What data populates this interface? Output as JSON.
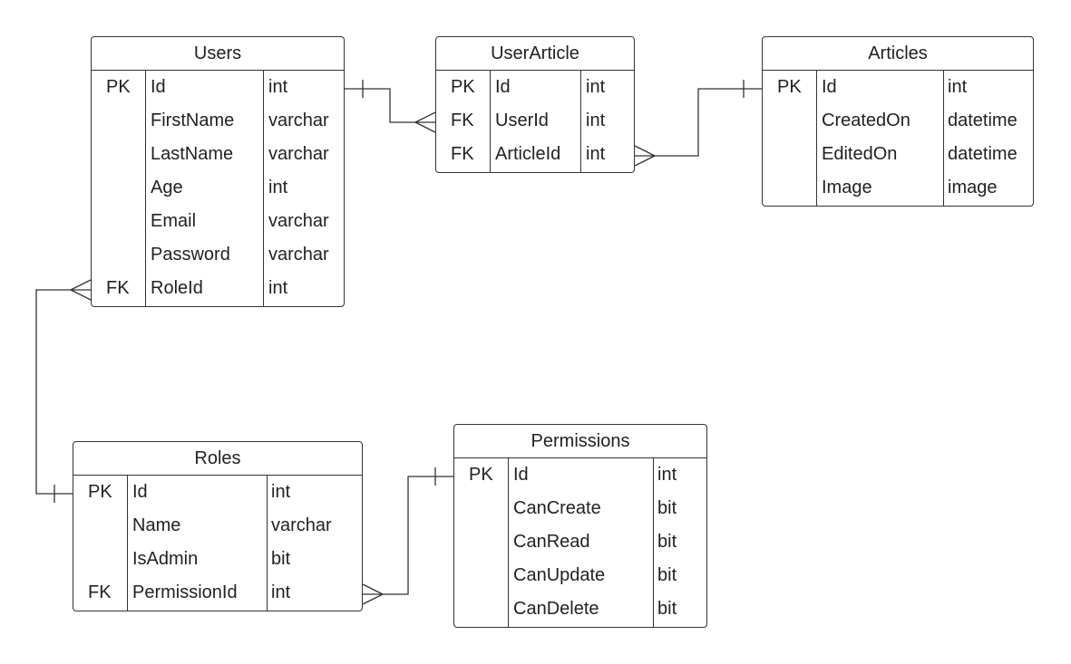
{
  "diagram": {
    "entities": [
      {
        "id": "users",
        "title": "Users",
        "rows": [
          {
            "key": "PK",
            "name": "Id",
            "type": "int"
          },
          {
            "key": "",
            "name": "FirstName",
            "type": "varchar"
          },
          {
            "key": "",
            "name": "LastName",
            "type": "varchar"
          },
          {
            "key": "",
            "name": "Age",
            "type": "int"
          },
          {
            "key": "",
            "name": "Email",
            "type": "varchar"
          },
          {
            "key": "",
            "name": "Password",
            "type": "varchar"
          },
          {
            "key": "FK",
            "name": "RoleId",
            "type": "int"
          }
        ]
      },
      {
        "id": "userarticle",
        "title": "UserArticle",
        "rows": [
          {
            "key": "PK",
            "name": "Id",
            "type": "int"
          },
          {
            "key": "FK",
            "name": "UserId",
            "type": "int"
          },
          {
            "key": "FK",
            "name": "ArticleId",
            "type": "int"
          }
        ]
      },
      {
        "id": "articles",
        "title": "Articles",
        "rows": [
          {
            "key": "PK",
            "name": "Id",
            "type": "int"
          },
          {
            "key": "",
            "name": "CreatedOn",
            "type": "datetime"
          },
          {
            "key": "",
            "name": "EditedOn",
            "type": "datetime"
          },
          {
            "key": "",
            "name": "Image",
            "type": "image"
          }
        ]
      },
      {
        "id": "roles",
        "title": "Roles",
        "rows": [
          {
            "key": "PK",
            "name": "Id",
            "type": "int"
          },
          {
            "key": "",
            "name": "Name",
            "type": "varchar"
          },
          {
            "key": "",
            "name": "IsAdmin",
            "type": "bit"
          },
          {
            "key": "FK",
            "name": "PermissionId",
            "type": "int"
          }
        ]
      },
      {
        "id": "permissions",
        "title": "Permissions",
        "rows": [
          {
            "key": "PK",
            "name": "Id",
            "type": "int"
          },
          {
            "key": "",
            "name": "CanCreate",
            "type": "bit"
          },
          {
            "key": "",
            "name": "CanRead",
            "type": "bit"
          },
          {
            "key": "",
            "name": "CanUpdate",
            "type": "bit"
          },
          {
            "key": "",
            "name": "CanDelete",
            "type": "bit"
          }
        ]
      }
    ],
    "relationships": [
      {
        "from": "users.Id",
        "from_cardinality": "one",
        "to": "userarticle.UserId",
        "to_cardinality": "many"
      },
      {
        "from": "articles.Id",
        "from_cardinality": "one",
        "to": "userarticle.ArticleId",
        "to_cardinality": "many"
      },
      {
        "from": "roles.Id",
        "from_cardinality": "one",
        "to": "users.RoleId",
        "to_cardinality": "many"
      },
      {
        "from": "permissions.Id",
        "from_cardinality": "one",
        "to": "roles.PermissionId",
        "to_cardinality": "many"
      }
    ]
  }
}
